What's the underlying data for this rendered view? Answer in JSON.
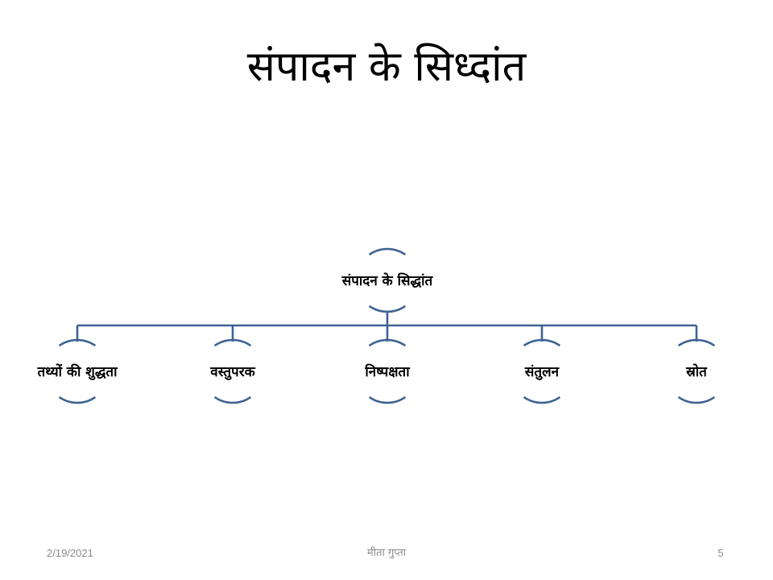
{
  "slide": {
    "title": "संपादन के सिध्दांत"
  },
  "diagram": {
    "root": {
      "label": "संपादन के सिद्धांत"
    },
    "children": [
      {
        "label": "तथ्यों की शुद्धता"
      },
      {
        "label": "वस्तुपरक"
      },
      {
        "label": "निष्पक्षता"
      },
      {
        "label": "संतुलन"
      },
      {
        "label": "स्रोत"
      }
    ],
    "line_color": "#3E6394"
  },
  "footer": {
    "date": "2/19/2021",
    "author": "मीता गुप्ता",
    "page": "5"
  }
}
